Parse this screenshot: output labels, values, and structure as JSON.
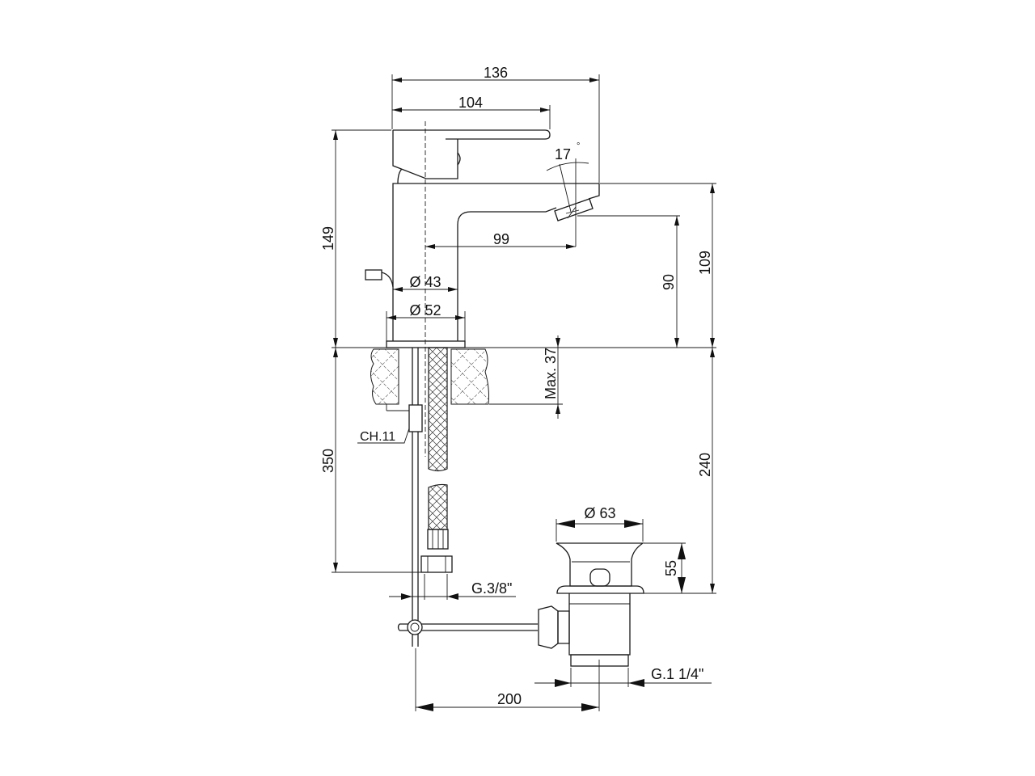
{
  "drawing": {
    "title": "Basin mixer with pop-up waste – dimensional drawing",
    "dimensions": {
      "overall_length": "136",
      "handle_length": "104",
      "spout_angle": "17",
      "spout_angle_unit": "°",
      "total_height": "149",
      "spout_reach": "99",
      "body_height": "109",
      "spout_clearance": "90",
      "body_diameter": "Ø 43",
      "base_diameter": "Ø 52",
      "max_deck_thickness": "Max. 37",
      "hose_length": "350",
      "nut_size": "CH.11",
      "hose_thread": "G.3/8\"",
      "waste_diameter": "Ø 63",
      "waste_height": "55",
      "waste_depth": "240",
      "waste_thread": "G.1 1/4\"",
      "rod_distance": "200"
    }
  }
}
